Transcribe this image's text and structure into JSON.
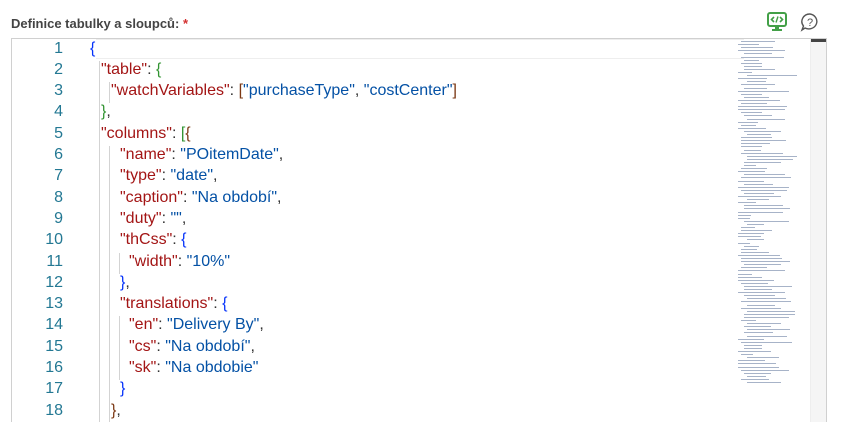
{
  "form": {
    "label": "Definice tabulky a sloupců:",
    "required_marker": "*"
  },
  "toolbar": {
    "preview_icon": "code-preview-icon",
    "help_icon": "help-icon",
    "preview_color": "#43a047"
  },
  "editor": {
    "line_numbers": [
      "1",
      "2",
      "3",
      "4",
      "5",
      "6",
      "7",
      "8",
      "9",
      "10",
      "11",
      "12",
      "13",
      "14",
      "15",
      "16",
      "17",
      "18"
    ],
    "lines": [
      [
        [
          "b1",
          "{"
        ]
      ],
      [
        [
          "k",
          "\"table\""
        ],
        [
          "p",
          ": "
        ],
        [
          "b2",
          "{"
        ]
      ],
      [
        [
          "k",
          "\"watchVariables\""
        ],
        [
          "p",
          ": "
        ],
        [
          "b3",
          "["
        ],
        [
          "s",
          "\"purchaseType\""
        ],
        [
          "p",
          ", "
        ],
        [
          "s",
          "\"costCenter\""
        ],
        [
          "b3",
          "]"
        ]
      ],
      [
        [
          "b2",
          "}"
        ],
        [
          "p",
          ","
        ]
      ],
      [
        [
          "k",
          "\"columns\""
        ],
        [
          "p",
          ": "
        ],
        [
          "b2",
          "["
        ],
        [
          "b3",
          "{"
        ]
      ],
      [
        [
          "k",
          "\"name\""
        ],
        [
          "p",
          ": "
        ],
        [
          "s",
          "\"POitemDate\""
        ],
        [
          "p",
          ","
        ]
      ],
      [
        [
          "k",
          "\"type\""
        ],
        [
          "p",
          ": "
        ],
        [
          "s",
          "\"date\""
        ],
        [
          "p",
          ","
        ]
      ],
      [
        [
          "k",
          "\"caption\""
        ],
        [
          "p",
          ": "
        ],
        [
          "s",
          "\"Na období\""
        ],
        [
          "p",
          ","
        ]
      ],
      [
        [
          "k",
          "\"duty\""
        ],
        [
          "p",
          ": "
        ],
        [
          "s",
          "\"\""
        ],
        [
          "p",
          ","
        ]
      ],
      [
        [
          "k",
          "\"thCss\""
        ],
        [
          "p",
          ": "
        ],
        [
          "b1",
          "{"
        ]
      ],
      [
        [
          "k",
          "\"width\""
        ],
        [
          "p",
          ": "
        ],
        [
          "s",
          "\"10%\""
        ]
      ],
      [
        [
          "b1",
          "}"
        ],
        [
          "p",
          ","
        ]
      ],
      [
        [
          "k",
          "\"translations\""
        ],
        [
          "p",
          ": "
        ],
        [
          "b1",
          "{"
        ]
      ],
      [
        [
          "k",
          "\"en\""
        ],
        [
          "p",
          ": "
        ],
        [
          "s",
          "\"Delivery By\""
        ],
        [
          "p",
          ","
        ]
      ],
      [
        [
          "k",
          "\"cs\""
        ],
        [
          "p",
          ": "
        ],
        [
          "s",
          "\"Na období\""
        ],
        [
          "p",
          ","
        ]
      ],
      [
        [
          "k",
          "\"sk\""
        ],
        [
          "p",
          ": "
        ],
        [
          "s",
          "\"Na obdobie\""
        ]
      ],
      [
        [
          "b1",
          "}"
        ]
      ],
      [
        [
          "b3",
          "}"
        ],
        [
          "p",
          ","
        ]
      ]
    ]
  }
}
